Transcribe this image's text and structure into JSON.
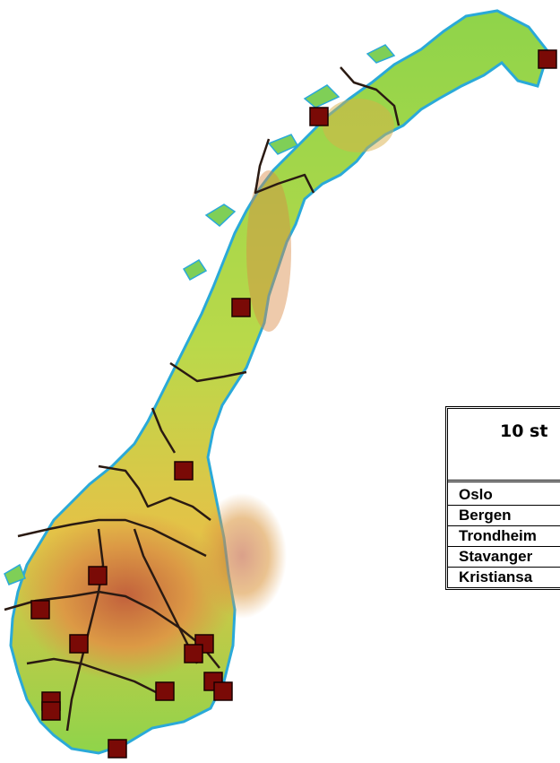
{
  "map": {
    "land_low_color": "#6fd03c",
    "land_mid_color": "#e7d64a",
    "land_high_color": "#cf6a3a",
    "coast_color": "#2aa9d8",
    "border_color": "#2a1a12",
    "marker_color": "#7a0a06",
    "marker_icon": "square-city-marker"
  },
  "city_markers": [
    {
      "id": "marker-north-cape"
    },
    {
      "id": "marker-tromso"
    },
    {
      "id": "marker-bodo"
    },
    {
      "id": "marker-trondheim"
    },
    {
      "id": "marker-central"
    },
    {
      "id": "marker-bergen"
    },
    {
      "id": "marker-west-inland"
    },
    {
      "id": "marker-oslo-north"
    },
    {
      "id": "marker-oslo"
    },
    {
      "id": "marker-fredrikstad"
    },
    {
      "id": "marker-sarpsborg"
    },
    {
      "id": "marker-skien"
    },
    {
      "id": "marker-haugesund"
    },
    {
      "id": "marker-stavanger"
    },
    {
      "id": "marker-kristiansand"
    }
  ],
  "table": {
    "title": "10 st",
    "rows": [
      "Oslo",
      "Bergen",
      "Trondheim",
      "Stavanger",
      "Kristiansa"
    ]
  }
}
